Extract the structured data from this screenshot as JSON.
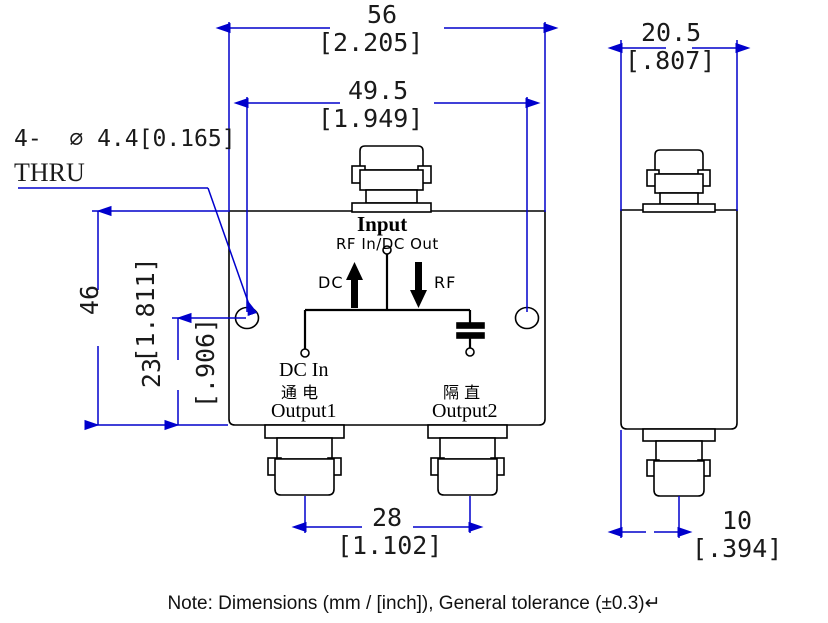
{
  "drawing": {
    "title": "RF power divider / bias tee outline drawing",
    "note": "Note: Dimensions (mm / [inch]), General tolerance (±0.3)↵",
    "units_note_mm": "mm",
    "units_note_inch": "inch"
  },
  "callouts": {
    "hole_spec_line1": "4-  ⌀ 4.4[0.165]",
    "hole_spec_line2": "THRU"
  },
  "dimensions": {
    "overall_width": {
      "mm": "56",
      "inch": "[2.205]"
    },
    "hole_spacing_horizontal": {
      "mm": "49.5",
      "inch": "[1.949]"
    },
    "overall_height": {
      "mm": "46",
      "inch": "[1.811]"
    },
    "hole_offset_vertical": {
      "mm": "23",
      "inch": "[.906]"
    },
    "output_spacing": {
      "mm": "28",
      "inch": "[1.102]"
    },
    "side_width": {
      "mm": "20.5",
      "inch": "[.807]"
    },
    "side_edge_offset": {
      "mm": "10",
      "inch": "[.394]"
    }
  },
  "schematic": {
    "input_label": "Input",
    "input_sub": "RF In/DC Out",
    "arrow_left_label": "DC",
    "arrow_right_label": "RF",
    "left_port_en": "DC In",
    "left_port_cn": "通 电",
    "left_port_name": "Output1",
    "right_port_cn": "隔 直",
    "right_port_name": "Output2"
  },
  "colors": {
    "dimension_blue": "#0000cc",
    "outline_black": "#000000",
    "text_black": "#1a1a1a",
    "background": "#ffffff"
  }
}
